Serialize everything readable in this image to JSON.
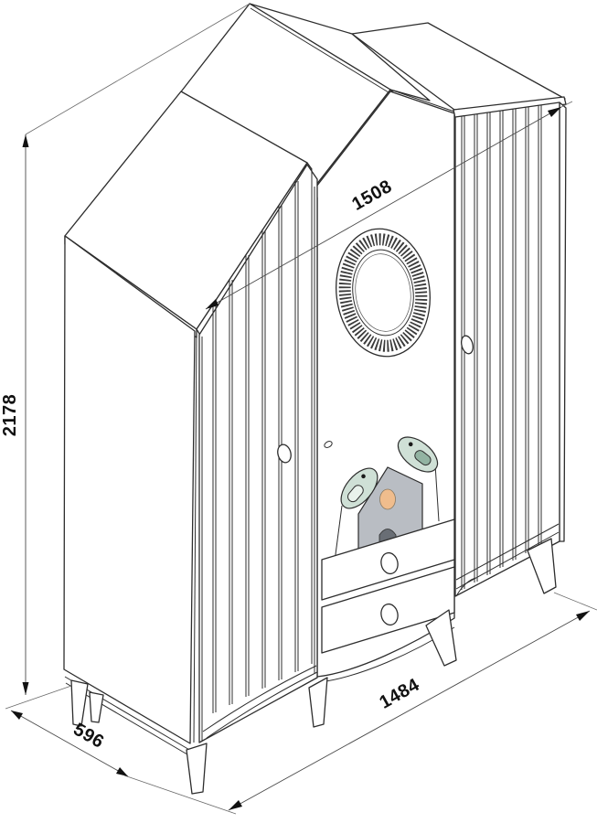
{
  "diagram": {
    "type": "furniture-dimension-drawing",
    "subject": "three-door house-shaped wardrobe with birdhouse decor, rope mirror ring, two drawers and tapered legs",
    "dimensions": {
      "height": "2178",
      "top_width": "1508",
      "bottom_width": "1484",
      "depth": "596"
    },
    "colors": {
      "line": "#2d2d2d",
      "dimension_line": "#4a4a4a",
      "bird_body": "#cfe0d6",
      "bird_wing_dark": "#92b3a2",
      "bird_wing_light": "#e9f2ec",
      "birdhouse": "#b9bdc3",
      "birdhouse_hole": "#f0bd8d",
      "birdhouse_door": "#696e75",
      "background": "#ffffff"
    }
  }
}
